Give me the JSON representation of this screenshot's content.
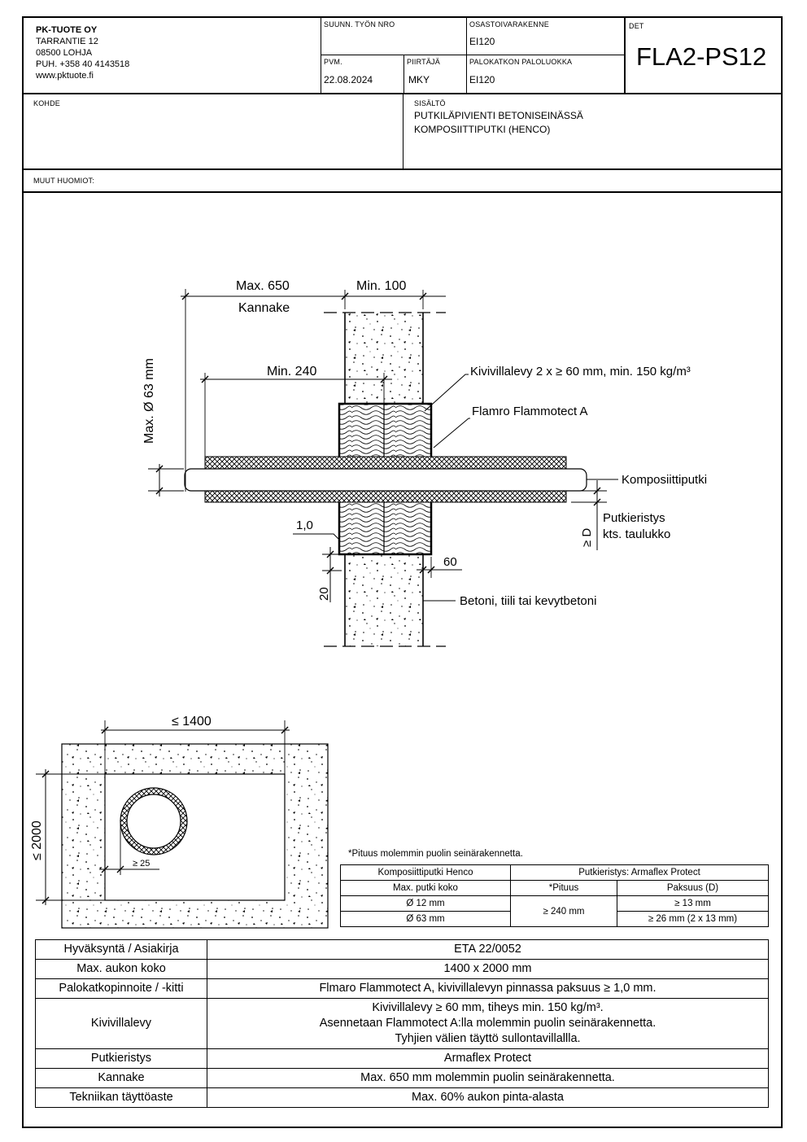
{
  "company": {
    "name": "PK-TUOTE OY",
    "street": "TARRANTIE 12",
    "postal": "08500 LOHJA",
    "phone": "PUH. +358 40 4143518",
    "web": "www.pktuote.fi"
  },
  "titleblock": {
    "suunn_label": "SUUNN. TYÖN NRO",
    "suunn_value": "",
    "osasto_label": "OSASTOIVARAKENNE",
    "osasto_value": "EI120",
    "det_label": "DET",
    "det_value": "FLA2-PS12",
    "pvm_label": "PVM.",
    "pvm_value": "22.08.2024",
    "piirtaja_label": "PIIRTÄJÄ",
    "piirtaja_value": "MKY",
    "palo_label": "PALOKATKON PALOLUOKKA",
    "palo_value": "EI120",
    "kohde_label": "KOHDE",
    "kohde_value": "",
    "sisalto_label": "SISÄLTÖ",
    "sisalto_line1": "PUTKILÄPIVIENTI BETONISEINÄSSÄ",
    "sisalto_line2": "KOMPOSIITTIPUTKI (HENCO)",
    "muut_label": "MUUT HUOMIOT:"
  },
  "section_drawing": {
    "dim_max650": "Max. 650",
    "label_kannake": "Kannake",
    "dim_min100": "Min. 100",
    "dim_min240": "Min. 240",
    "dim_max63": "Max. Ø 63 mm",
    "label_kivivilla": "Kivivillalevy 2 x ≥ 60 mm, min. 150 kg/m³",
    "label_flamro": "Flamro Flammotect A",
    "label_putki": "Komposiittiputki",
    "label_eristys1": "Putkieristys",
    "label_eristys2": "kts. taulukko",
    "dim_d": "≥ D",
    "dim_10": "1,0",
    "dim_60": "60",
    "dim_20": "20",
    "label_betoni": "Betoni, tiili tai kevytbetoni"
  },
  "elevation_drawing": {
    "dim_width": "≤ 1400",
    "dim_height": "≤ 2000",
    "dim_gap": "≥ 25"
  },
  "spec_table": {
    "note": "*Pituus molemmin puolin seinärakennetta.",
    "head_left": "Komposiittiputki Henco",
    "head_right": "Putkieristys: Armaflex Protect",
    "sub_koko": "Max. putki koko",
    "sub_pituus": "*Pituus",
    "sub_paksuus": "Paksuus (D)",
    "row1_koko": "Ø 12 mm",
    "row1_paksuus": "≥ 13 mm",
    "pituus_value": "≥ 240 mm",
    "row2_koko": "Ø 63 mm",
    "row2_paksuus": "≥ 26 mm (2 x 13 mm)"
  },
  "main_table": [
    {
      "label": "Hyväksyntä / Asiakirja",
      "value": "ETA 22/0052"
    },
    {
      "label": "Max. aukon koko",
      "value": "1400 x 2000 mm"
    },
    {
      "label": "Palokatkopinnoite / -kitti",
      "value": "Flmaro Flammotect A, kivivillalevyn pinnassa paksuus ≥ 1,0 mm."
    },
    {
      "label": "Kivivillalevy",
      "value_lines": [
        "Kivivillalevy ≥ 60 mm, tiheys min. 150 kg/m³.",
        "Asennetaan Flammotect A:lla molemmin puolin seinärakennetta.",
        "Tyhjien välien täyttö sullontavillallla."
      ]
    },
    {
      "label": "Putkieristys",
      "value": "Armaflex Protect"
    },
    {
      "label": "Kannake",
      "value": "Max. 650 mm molemmin puolin seinärakennetta."
    },
    {
      "label": "Tekniikan täyttöaste",
      "value": "Max. 60% aukon pinta-alasta"
    }
  ]
}
